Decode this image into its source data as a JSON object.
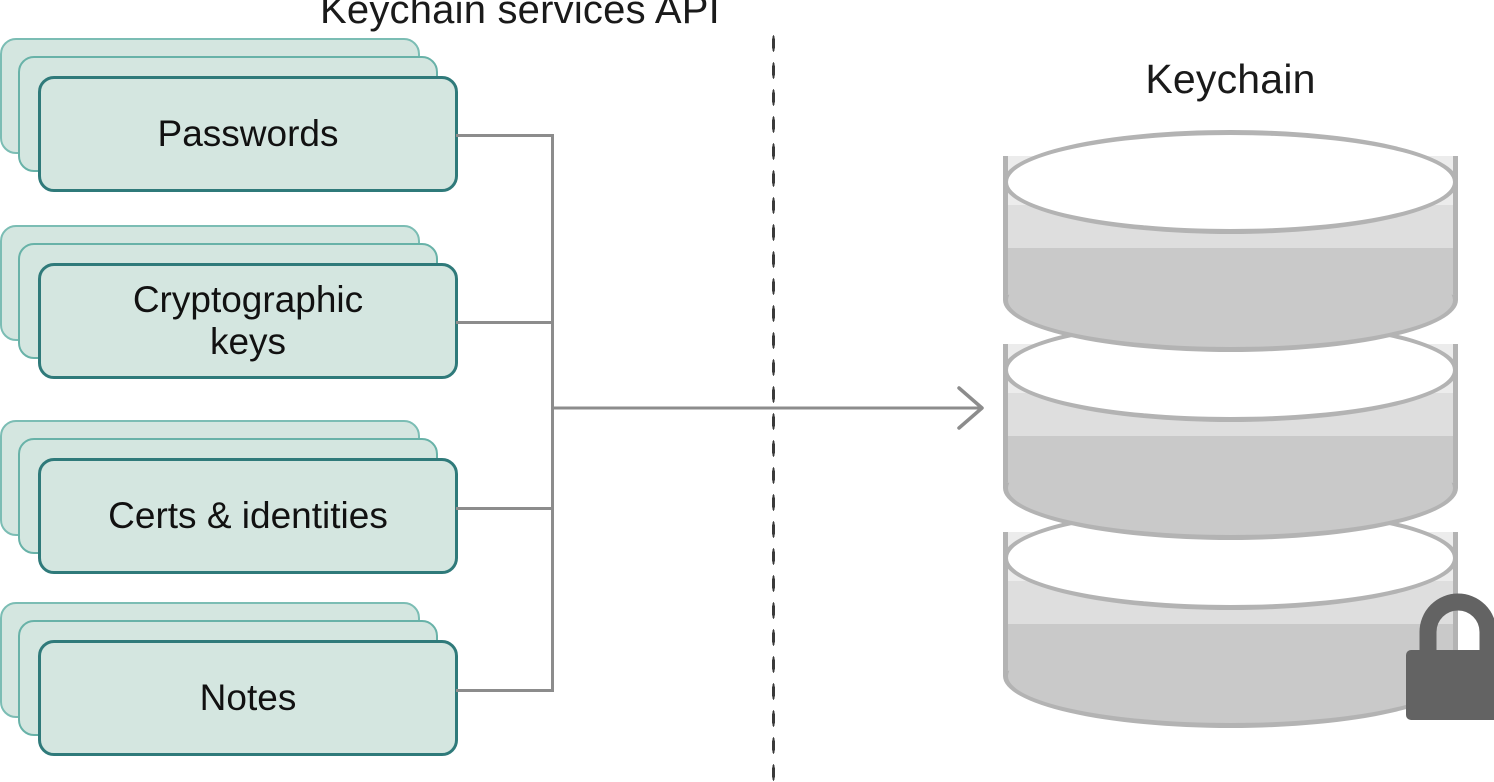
{
  "diagram": {
    "api_title": "Keychain services API",
    "keychain_title": "Keychain",
    "items": [
      {
        "label": "Passwords"
      },
      {
        "label": "Cryptographic\nkeys"
      },
      {
        "label": "Certs & identities"
      },
      {
        "label": "Notes"
      }
    ],
    "icons": {
      "lock": "lock-icon",
      "arrow": "arrow-right-icon",
      "database": "database-cylinder-icon"
    },
    "colors": {
      "card_fill": "#d4e6e0",
      "card_border": "#2f7a7a",
      "card_border_back": "#7bbdb4",
      "connector": "#8c8c8c",
      "cylinder_stroke": "#b3b3b3",
      "cylinder_light": "#ececec",
      "cylinder_mid": "#dedede",
      "cylinder_dark": "#c9c9c9",
      "lock": "#636363",
      "divider_dot": "#3a3a3a",
      "text": "#111111"
    }
  }
}
